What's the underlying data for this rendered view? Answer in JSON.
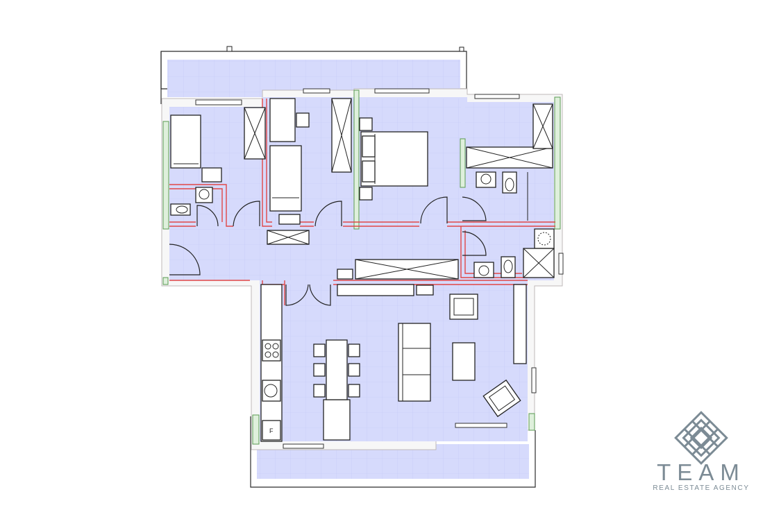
{
  "brand": {
    "name": "TEAM",
    "tagline": "REAL ESTATE AGENCY",
    "logo_icon": "interlaced-diamond-knot-icon",
    "logo_color": "#7c8b95"
  },
  "colors": {
    "floor": "#d6dafc",
    "wall_outline": "#e04747",
    "insulation": "#5a9a52",
    "background": "#ffffff"
  },
  "appliance_marks": {
    "fridge": "F"
  }
}
